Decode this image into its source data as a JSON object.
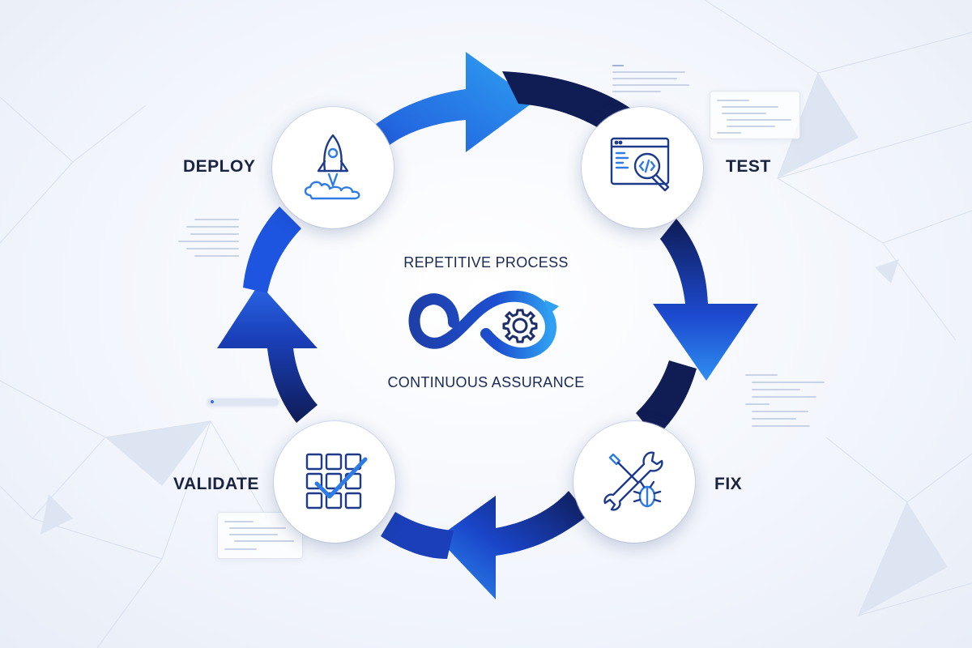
{
  "center": {
    "top_text": "REPETITIVE PROCESS",
    "bottom_text": "CONTINUOUS ASSURANCE",
    "icon": "infinity-gear-icon"
  },
  "stages": [
    {
      "label": "DEPLOY",
      "icon": "rocket-icon"
    },
    {
      "label": "TEST",
      "icon": "code-magnifier-icon"
    },
    {
      "label": "FIX",
      "icon": "wrench-screwdriver-bug-icon"
    },
    {
      "label": "VALIDATE",
      "icon": "grid-checkmark-icon"
    }
  ],
  "colors": {
    "arrow_dark": "#101d55",
    "arrow_mid": "#1e4fd8",
    "arrow_light": "#2e8ff0",
    "icon_stroke": "#1e3a8a",
    "icon_accent": "#2f7be6",
    "label": "#1b2340"
  }
}
